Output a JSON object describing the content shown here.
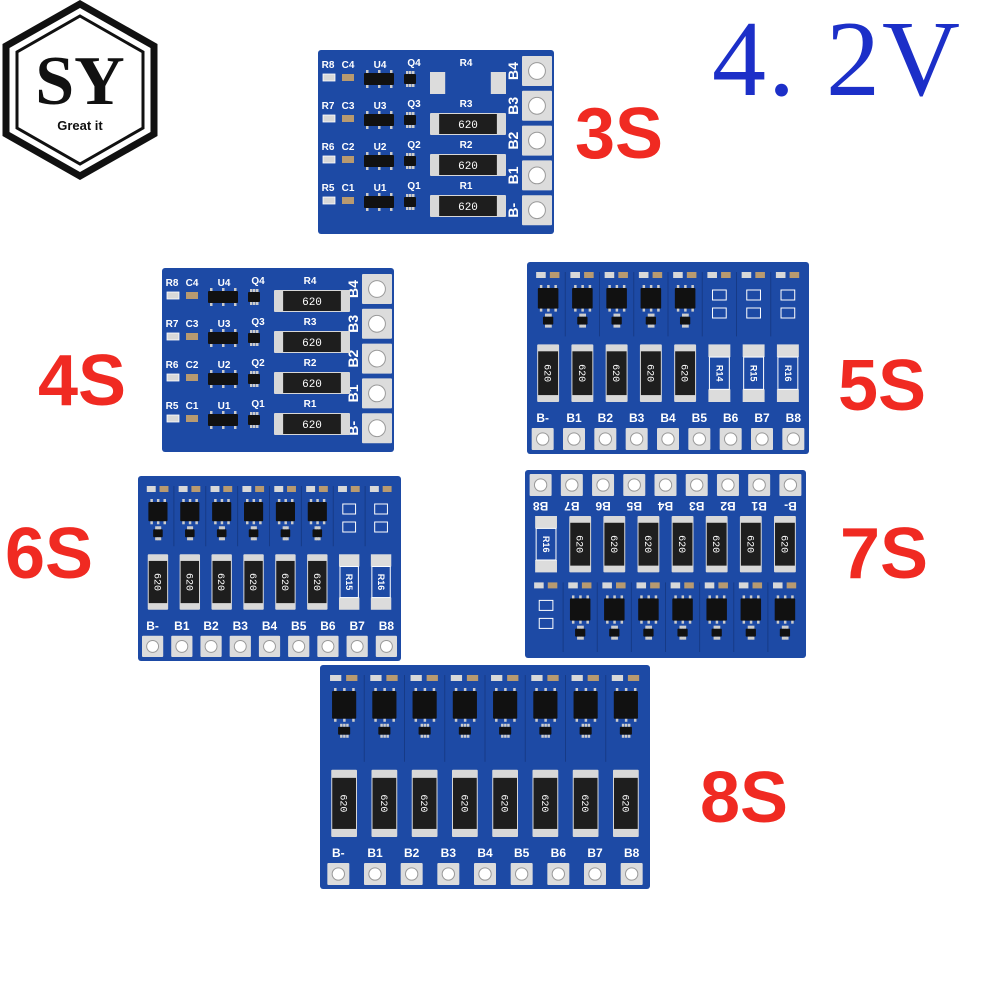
{
  "brand": {
    "logo_text": "SY",
    "tagline": "Great it"
  },
  "voltage_label": "4. 2V",
  "colors": {
    "pcb": "#1d4aa5",
    "pcb_dark": "#163a86",
    "silkscreen": "#ffffff",
    "pad": "#dcdcdc",
    "resistor_body": "#1e1e1e",
    "resistor_cap": "#d8d8d8",
    "voltage_text": "#1c2fc8",
    "size_text": "#f02a22"
  },
  "boards": [
    {
      "id": "3s",
      "size_label": "3S",
      "orientation": "vertical",
      "pins": [
        "B4",
        "B3",
        "B2",
        "B1",
        "B-"
      ],
      "row_labels": [
        {
          "r": "R8",
          "c": "C4",
          "u": "U4",
          "q": "Q4",
          "rr": "R4"
        },
        {
          "r": "R7",
          "c": "C3",
          "u": "U3",
          "q": "Q3",
          "rr": "R3"
        },
        {
          "r": "R6",
          "c": "C2",
          "u": "U2",
          "q": "Q2",
          "rr": "R2"
        },
        {
          "r": "R5",
          "c": "C1",
          "u": "U1",
          "q": "Q1",
          "rr": "R1"
        }
      ],
      "resistor_codes": [
        "",
        "620",
        "620",
        "620"
      ]
    },
    {
      "id": "4s",
      "size_label": "4S",
      "orientation": "vertical",
      "pins": [
        "B4",
        "B3",
        "B2",
        "B1",
        "B-"
      ],
      "row_labels": [
        {
          "r": "R8",
          "c": "C4",
          "u": "U4",
          "q": "Q4",
          "rr": "R4"
        },
        {
          "r": "R7",
          "c": "C3",
          "u": "U3",
          "q": "Q3",
          "rr": "R3"
        },
        {
          "r": "R6",
          "c": "C2",
          "u": "U2",
          "q": "Q2",
          "rr": "R2"
        },
        {
          "r": "R5",
          "c": "C1",
          "u": "U1",
          "q": "Q1",
          "rr": "R1"
        }
      ],
      "resistor_codes": [
        "620",
        "620",
        "620",
        "620"
      ]
    },
    {
      "id": "5s",
      "size_label": "5S",
      "orientation": "horizontal",
      "pins": [
        "B-",
        "B1",
        "B2",
        "B3",
        "B4",
        "B5",
        "B6",
        "B7",
        "B8"
      ],
      "resistor_codes": [
        "620",
        "620",
        "620",
        "620",
        "620",
        "R14",
        "R15",
        "R16"
      ]
    },
    {
      "id": "6s",
      "size_label": "6S",
      "orientation": "horizontal",
      "pins": [
        "B-",
        "B1",
        "B2",
        "B3",
        "B4",
        "B5",
        "B6",
        "B7",
        "B8"
      ],
      "resistor_codes": [
        "620",
        "620",
        "620",
        "620",
        "620",
        "620",
        "R15",
        "R16"
      ]
    },
    {
      "id": "7s",
      "size_label": "7S",
      "orientation": "horizontal-flipped",
      "pins": [
        "B8",
        "B7",
        "B6",
        "B5",
        "B4",
        "B3",
        "B2",
        "B1",
        "B-"
      ],
      "resistor_codes": [
        "R16",
        "620",
        "620",
        "620",
        "620",
        "620",
        "620",
        "620"
      ]
    },
    {
      "id": "8s",
      "size_label": "8S",
      "orientation": "horizontal",
      "pins": [
        "B-",
        "B1",
        "B2",
        "B3",
        "B4",
        "B5",
        "B6",
        "B7",
        "B8"
      ],
      "resistor_codes": [
        "620",
        "620",
        "620",
        "620",
        "620",
        "620",
        "620",
        "620"
      ]
    }
  ]
}
